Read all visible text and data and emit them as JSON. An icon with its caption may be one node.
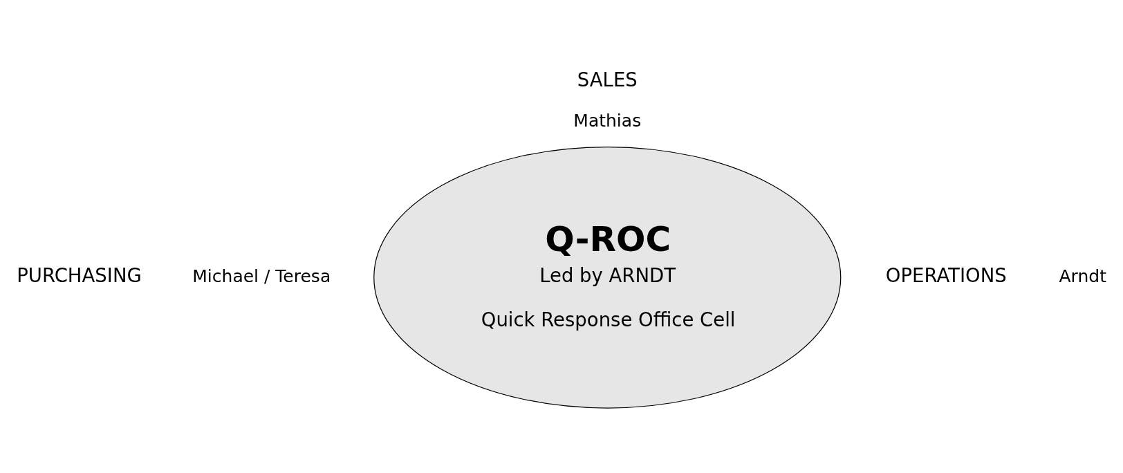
{
  "diagram": {
    "nodes": [
      {
        "text": [
          "Q-ROC",
          "Led by ARNDT",
          "Quick Response Office Cell"
        ]
      }
    ],
    "edges": [],
    "labels": [
      "SALES",
      "Mathias",
      "PURCHASING",
      "Michael / Teresa",
      "OPERATIONS",
      "Arndt"
    ]
  }
}
